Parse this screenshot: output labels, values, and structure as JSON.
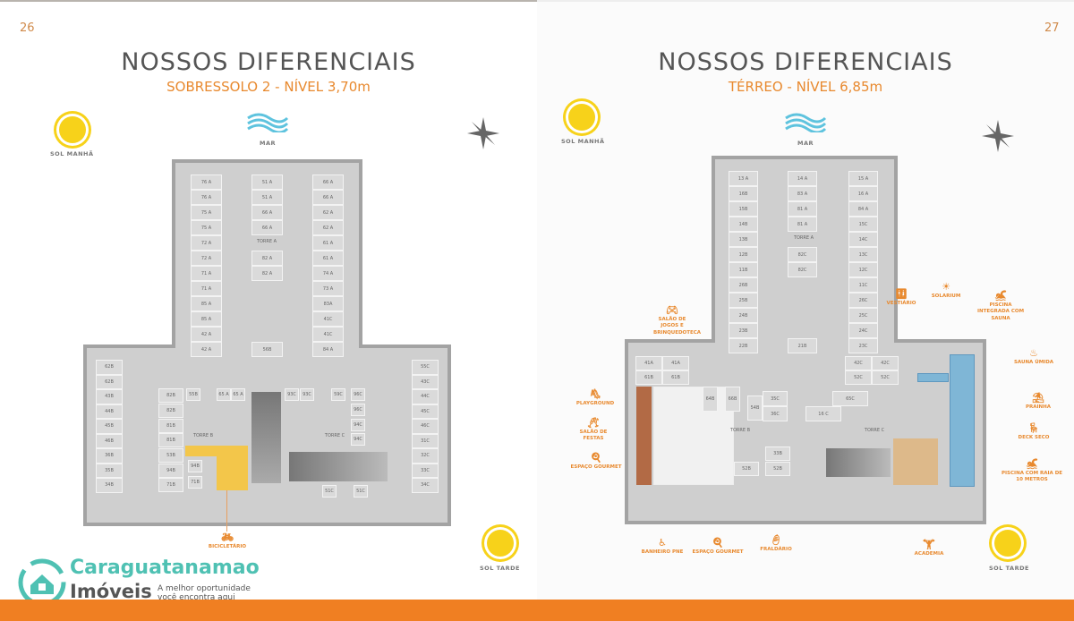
{
  "left": {
    "page_number": "26",
    "title": "NOSSOS DIFERENCIAIS",
    "subtitle": "SOBRESSOLO 2 - NÍVEL 3,70m",
    "sun_morning": "SOL MANHÃ",
    "sea": "MAR",
    "sun_afternoon": "SOL TARDE",
    "bike_label": "BICICLETÁRIO",
    "columns": [
      [
        "76 A",
        "76 A",
        "75 A",
        "75 A",
        "72 A",
        "72 A",
        "71 A",
        "71 A",
        "85 A",
        "85 A",
        "42 A",
        "42 A"
      ],
      [
        "51 A",
        "51 A",
        "66 A",
        "66 A",
        "",
        "82 A",
        "82 A",
        "",
        "",
        "",
        "",
        "56B"
      ],
      [
        "66 A",
        "66 A",
        "62 A",
        "62 A",
        "61 A",
        "61 A",
        "74 A",
        "73 A",
        "83A",
        "41C",
        "41C",
        "84 A"
      ],
      [
        "62B",
        "62B",
        "43B",
        "44B",
        "45B",
        "46B",
        "36B",
        "35B",
        "34B"
      ],
      [
        "55C",
        "43C",
        "44C",
        "45C",
        "46C",
        "31C",
        "32C",
        "33C",
        "34C"
      ]
    ],
    "inner": [
      "82B",
      "82B",
      "81B",
      "81B",
      "53B",
      "94B",
      "71B",
      "94B",
      "71B",
      "55B",
      "65 A",
      "65 A",
      "93C",
      "93C",
      "59C",
      "96C",
      "96C",
      "94C",
      "94C",
      "51C",
      "51C"
    ],
    "towers": [
      "TORRE A",
      "TORRE B",
      "TORRE C"
    ]
  },
  "right": {
    "page_number": "27",
    "title": "NOSSOS DIFERENCIAIS",
    "subtitle": "TÉRREO - NÍVEL 6,85m",
    "sun_morning": "SOL MANHÃ",
    "sea": "MAR",
    "sun_afternoon": "SOL TARDE",
    "columns": [
      [
        "13 A",
        "16B",
        "15B",
        "14B",
        "13B",
        "12B",
        "11B",
        "26B",
        "25B",
        "24B",
        "23B",
        "22B"
      ],
      [
        "14 A",
        "83 A",
        "81 A",
        "81 A",
        "",
        "82C",
        "82C",
        "",
        "",
        "",
        "",
        "21B"
      ],
      [
        "15 A",
        "16 A",
        "84 A",
        "15C",
        "14C",
        "13C",
        "12C",
        "11C",
        "26C",
        "25C",
        "24C",
        "23C"
      ]
    ],
    "inner": [
      "41A",
      "41A",
      "61B",
      "61B",
      "64B",
      "66B",
      "54B",
      "35C",
      "36C",
      "33B",
      "52B",
      "52B",
      "42C",
      "42C",
      "52C",
      "52C",
      "65C",
      "16 C"
    ],
    "towers": [
      "TORRE A",
      "TORRE B",
      "TORRE C"
    ],
    "amenities": [
      "SALÃO DE JOGOS E BRINQUEDOTECA",
      "PLAYGROUND",
      "SALÃO DE FESTAS",
      "ESPAÇO GOURMET",
      "BANHEIRO PNE",
      "ESPAÇO GOURMET",
      "FRALDÁRIO",
      "VESTIÁRIO",
      "SOLARIUM",
      "PISCINA INTEGRADA COM SAUNA",
      "SAUNA ÚMIDA",
      "PRAINHA",
      "DECK SECO",
      "PISCINA COM RAIA DE 10 METROS",
      "ACADEMIA"
    ]
  },
  "logo": {
    "name": "Caraguatanamao",
    "sub": "Imóveis",
    "tagline1": "A melhor oportunidade",
    "tagline2": "você encontra aqui"
  },
  "colors": {
    "accent": "#e8892e",
    "footer": "#f07f22",
    "teal": "#4fc1b3"
  }
}
